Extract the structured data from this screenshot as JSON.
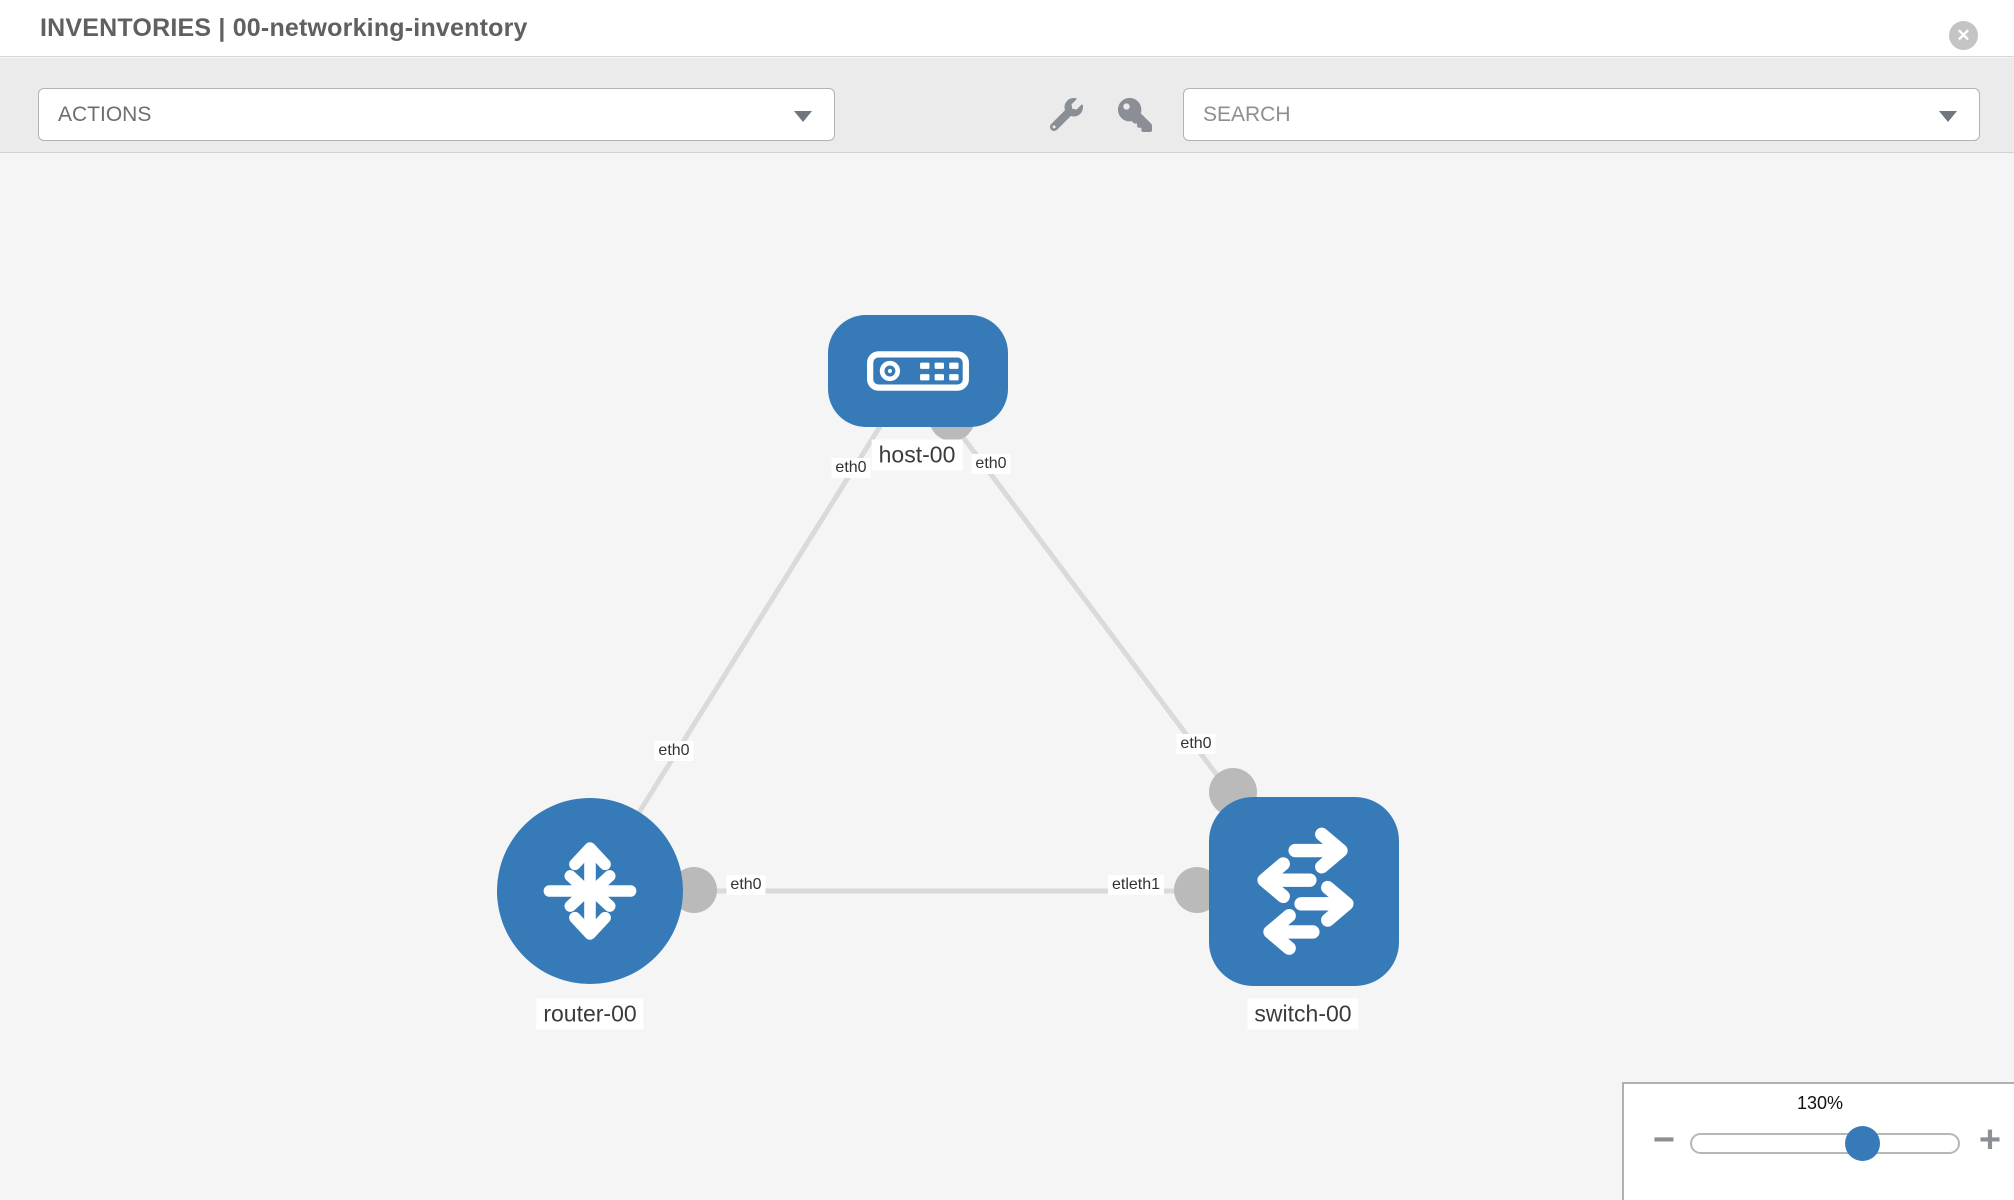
{
  "header": {
    "title": "INVENTORIES | 00-networking-inventory"
  },
  "toolbar": {
    "actions_label": "ACTIONS",
    "search_placeholder": "SEARCH"
  },
  "canvas": {
    "nodes": {
      "host": {
        "label": "host-00",
        "type": "host"
      },
      "router": {
        "label": "router-00",
        "type": "router"
      },
      "switch": {
        "label": "switch-00",
        "type": "switch"
      }
    },
    "edges": [
      {
        "from": "host-00",
        "to": "router-00"
      },
      {
        "from": "host-00",
        "to": "switch-00"
      },
      {
        "from": "router-00",
        "to": "switch-00"
      }
    ],
    "edge_labels": {
      "host_router_host_end": "eth0",
      "host_router_router_end": "eth0",
      "host_switch_host_end": "eth0",
      "host_switch_switch_end": "eth0",
      "router_switch_router_end": "eth0",
      "router_switch_switch_end": "etleth1"
    }
  },
  "zoom_control": {
    "level": "130%",
    "minus_glyph": "−",
    "plus_glyph": "+"
  },
  "icons": {
    "close_glyph": "✕"
  },
  "colors": {
    "node_blue": "#377ab8",
    "edge_gray": "#dadada",
    "port_gray": "#bababa",
    "toolbar_bg": "#ebebeb",
    "canvas_bg": "#f5f5f5"
  }
}
